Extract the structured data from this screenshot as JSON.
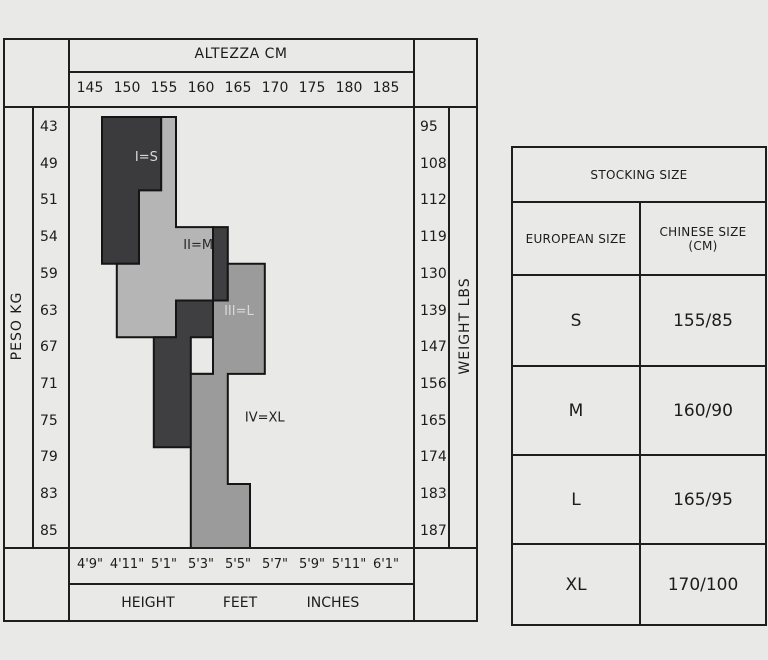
{
  "chart_data": {
    "type": "table",
    "top_axis": {
      "label": "ALTEZZA CM",
      "ticks": [
        "145",
        "150",
        "155",
        "160",
        "165",
        "170",
        "175",
        "180",
        "185"
      ]
    },
    "bottom_axis": {
      "ticks": [
        "4'9\"",
        "4'11\"",
        "5'1\"",
        "5'3\"",
        "5'5\"",
        "5'7\"",
        "5'9\"",
        "5'11\"",
        "6'1\""
      ],
      "labels": [
        "HEIGHT",
        "FEET",
        "INCHES"
      ]
    },
    "left_axis": {
      "label": "PESO KG",
      "ticks": [
        "43",
        "49",
        "51",
        "54",
        "59",
        "63",
        "67",
        "71",
        "75",
        "79",
        "83",
        "85"
      ]
    },
    "right_axis": {
      "label": "WEIGHT LBS",
      "ticks": [
        "95",
        "108",
        "112",
        "119",
        "130",
        "139",
        "147",
        "156",
        "165",
        "174",
        "183",
        "187"
      ]
    },
    "size_regions": [
      {
        "name": "I=S",
        "color": "#3b3b3d",
        "polygon": [
          [
            145,
            0
          ],
          [
            153,
            0
          ],
          [
            153,
            2
          ],
          [
            150,
            2
          ],
          [
            150,
            4
          ],
          [
            145,
            4
          ]
        ]
      },
      {
        "name": "II=M",
        "color": "#b5b5b5",
        "polygon": [
          [
            153,
            0
          ],
          [
            155,
            0
          ],
          [
            155,
            3
          ],
          [
            160,
            3
          ],
          [
            160,
            5
          ],
          [
            155,
            5
          ],
          [
            155,
            6
          ],
          [
            147,
            6
          ],
          [
            147,
            4
          ],
          [
            150,
            4
          ],
          [
            150,
            2
          ],
          [
            153,
            2
          ]
        ]
      },
      {
        "name": "III=L",
        "color": "#3f3f42",
        "polygon": [
          [
            160,
            3
          ],
          [
            162,
            3
          ],
          [
            162,
            6
          ],
          [
            157,
            6
          ],
          [
            157,
            7
          ],
          [
            160,
            7
          ],
          [
            160,
            9
          ],
          [
            152,
            9
          ],
          [
            152,
            6
          ],
          [
            155,
            6
          ],
          [
            155,
            5
          ],
          [
            160,
            5
          ]
        ]
      },
      {
        "name": "IV=XL",
        "color": "#9b9b9c",
        "polygon": [
          [
            162,
            4
          ],
          [
            167,
            4
          ],
          [
            167,
            7
          ],
          [
            162,
            7
          ],
          [
            162,
            10
          ],
          [
            165,
            10
          ],
          [
            165,
            12
          ],
          [
            157,
            12
          ],
          [
            157,
            7
          ],
          [
            160,
            7
          ],
          [
            160,
            5
          ],
          [
            162,
            5
          ]
        ]
      }
    ],
    "stocking_table": {
      "title": "STOCKING SIZE",
      "columns": [
        "EUROPEAN SIZE",
        "CHINESE SIZE (CM)"
      ],
      "rows": [
        [
          "S",
          "155/85"
        ],
        [
          "M",
          "160/90"
        ],
        [
          "L",
          "165/95"
        ],
        [
          "XL",
          "170/100"
        ]
      ]
    }
  }
}
